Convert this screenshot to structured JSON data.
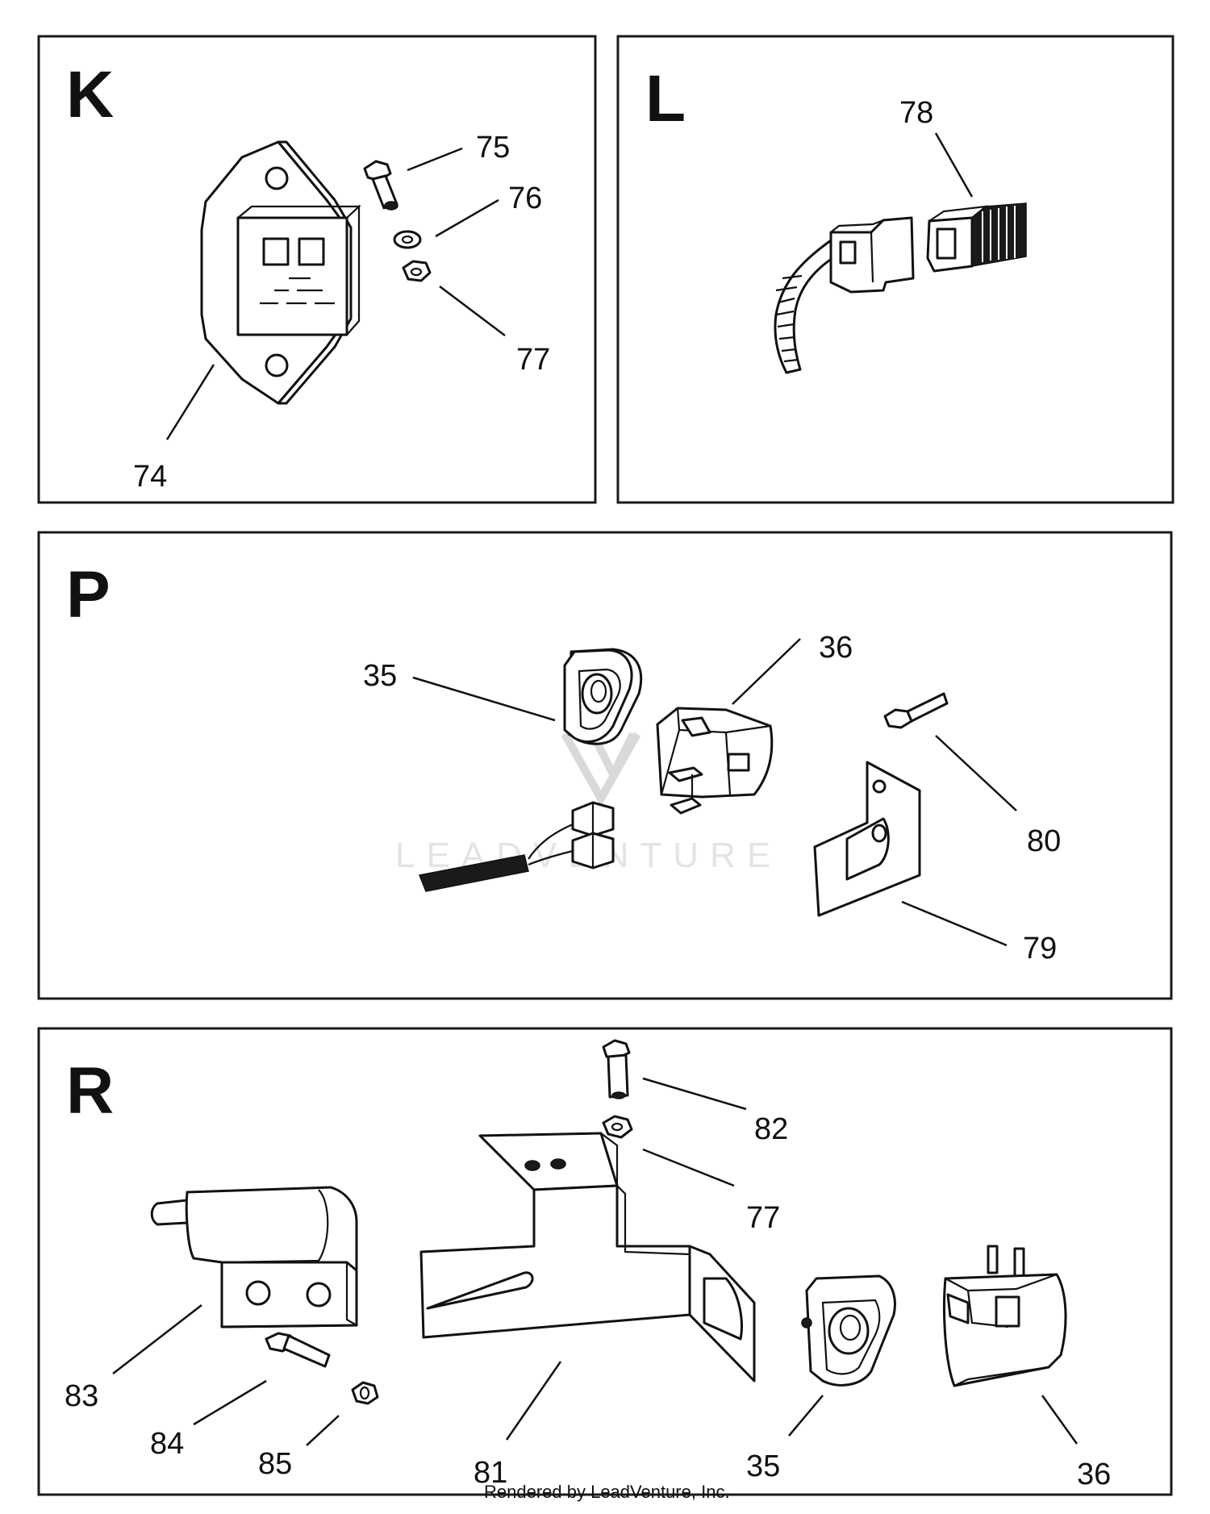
{
  "panels": {
    "k": {
      "letter": "K",
      "callouts": {
        "c74": "74",
        "c75": "75",
        "c76": "76",
        "c77": "77"
      }
    },
    "l": {
      "letter": "L",
      "callouts": {
        "c78": "78"
      }
    },
    "p": {
      "letter": "P",
      "callouts": {
        "c35": "35",
        "c36": "36",
        "c79": "79",
        "c80": "80"
      }
    },
    "r": {
      "letter": "R",
      "callouts": {
        "c82": "82",
        "c77": "77",
        "c83": "83",
        "c84": "84",
        "c85": "85",
        "c81": "81",
        "c35": "35",
        "c36": "36"
      }
    }
  },
  "watermark": {
    "text": "LEADVENTURE"
  },
  "footer": {
    "text": "Rendered by LeadVenture, Inc."
  }
}
